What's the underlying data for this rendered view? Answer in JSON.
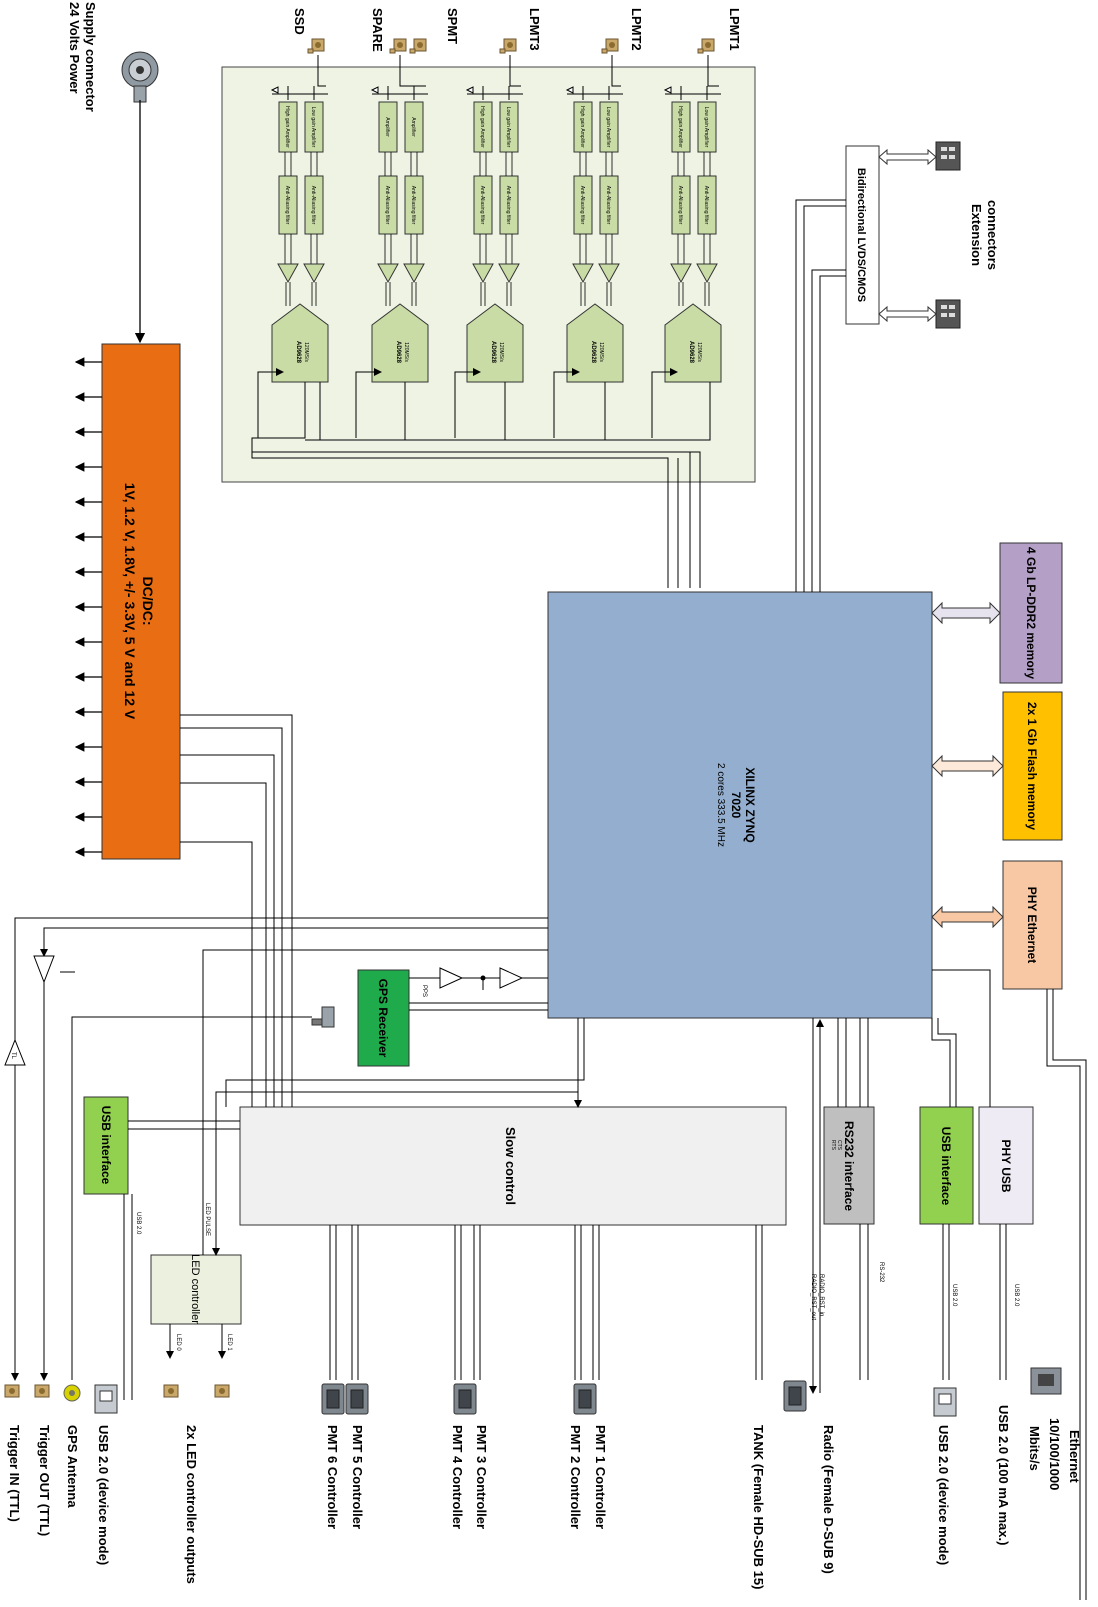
{
  "power": {
    "connector_label_1": "24 Volts Power",
    "connector_label_2": "Supply connector",
    "dcdc_title": "DC/DC:",
    "dcdc_voltages": "1V, 1.2 V, 1.8V, +/- 3.3V, 5 V and 12 V"
  },
  "channels": [
    {
      "name": "SSD",
      "amp_a": "High gain Amplifier",
      "amp_b": "Low gain Amplifier",
      "filter": "Anti-Aliasing filter",
      "adc": "AD9628",
      "rate": "120MS/s"
    },
    {
      "name": "SPARE",
      "amp_a": "Amplifier",
      "amp_b": "Amplifier",
      "filter": "Anti-Aliasing filter",
      "adc": "AD9628",
      "rate": "120MS/s"
    },
    {
      "name": "SPMT",
      "amp_a": "",
      "amp_b": "",
      "filter": "",
      "adc": "",
      "rate": ""
    },
    {
      "name": "LPMT3",
      "amp_a": "High gain Amplifier",
      "amp_b": "Low gain Amplifier",
      "filter": "Anti-Aliasing filter",
      "adc": "AD9628",
      "rate": "120MS/s"
    },
    {
      "name": "LPMT2",
      "amp_a": "High gain Amplifier",
      "amp_b": "Low gain Amplifier",
      "filter": "Anti-Aliasing filter",
      "adc": "AD9628",
      "rate": "120MS/s"
    },
    {
      "name": "LPMT1",
      "amp_a": "High gain Amplifier",
      "amp_b": "Low gain Amplifier",
      "filter": "Anti-Aliasing filter",
      "adc": "AD9628",
      "rate": "120MS/s"
    }
  ],
  "fpga": {
    "name": "XILINX ZYNQ",
    "model": "7020",
    "cores": "2 cores 333.5 MHz"
  },
  "extension": {
    "label_1": "Extension",
    "label_2": "connectors",
    "bus": "Bidirectional LVDS/CMOS"
  },
  "memory": {
    "ddr": "4 Gb LP-DDR2 memory",
    "flash": "2x 1 Gb Flash memory",
    "phy_eth": "PHY Ethernet"
  },
  "gps": {
    "name": "GPS Receiver",
    "pps": "PPS"
  },
  "slow_control": "Slow control",
  "usb_left": "USB interface",
  "usb_right": "USB interface",
  "phy_usb": "PHY USB",
  "rs232": {
    "name": "RS232 interface",
    "rts": "RTS",
    "cts": "CTS",
    "line": "RS-232"
  },
  "led_ctrl": {
    "name": "LED controller",
    "pulse": "LED PULSE",
    "out0": "LED 0",
    "out1": "LED 1"
  },
  "wire_labels": {
    "usb20_left": "USB 2.0",
    "usb20_right": "USB 2.0",
    "usb20_phy": "USB 2.0",
    "radio_rst_in": "RADIO_RST_in",
    "radio_rst_out": "RADIO_RST_out",
    "tl": "TL"
  },
  "connectors": {
    "trigger_in": "Trigger IN (TTL)",
    "trigger_out": "Trigger OUT (TTL)",
    "gps_antenna": "GPS Antenna",
    "usb_device_left": "USB 2.0 (device mode)",
    "led_outputs": "2x LED controller outputs",
    "pmt6": "PMT 6 Controller",
    "pmt5": "PMT 5 Controller",
    "pmt4": "PMT 4 Controller",
    "pmt3": "PMT 3 Controller",
    "pmt2": "PMT 2 Controller",
    "pmt1": "PMT 1 Controller",
    "tank": "TANK (Female HD-SUB 15)",
    "radio": "Radio (Female D-SUB 9)",
    "usb_device_right": "USB 2.0 (device mode)",
    "usb_host": "USB 2.0 (100 mA max.)",
    "ethernet_1": "Ethernet",
    "ethernet_2": "10/100/1000",
    "ethernet_3": "Mbits/s"
  },
  "colors": {
    "analog_bg": "#eef3e3",
    "block_green": "#c9dca6",
    "dcdc": "#e96d12",
    "fpga": "#93aecf",
    "ddr": "#b4a0c7",
    "flash": "#ffc000",
    "phy_eth": "#f7c8a3",
    "gps": "#1faa4b",
    "usb": "#92d050",
    "slow": "#f0f0f0",
    "rs232": "#bfbfbf",
    "phy_usb": "#efebf5",
    "led": "#ebf1de"
  }
}
